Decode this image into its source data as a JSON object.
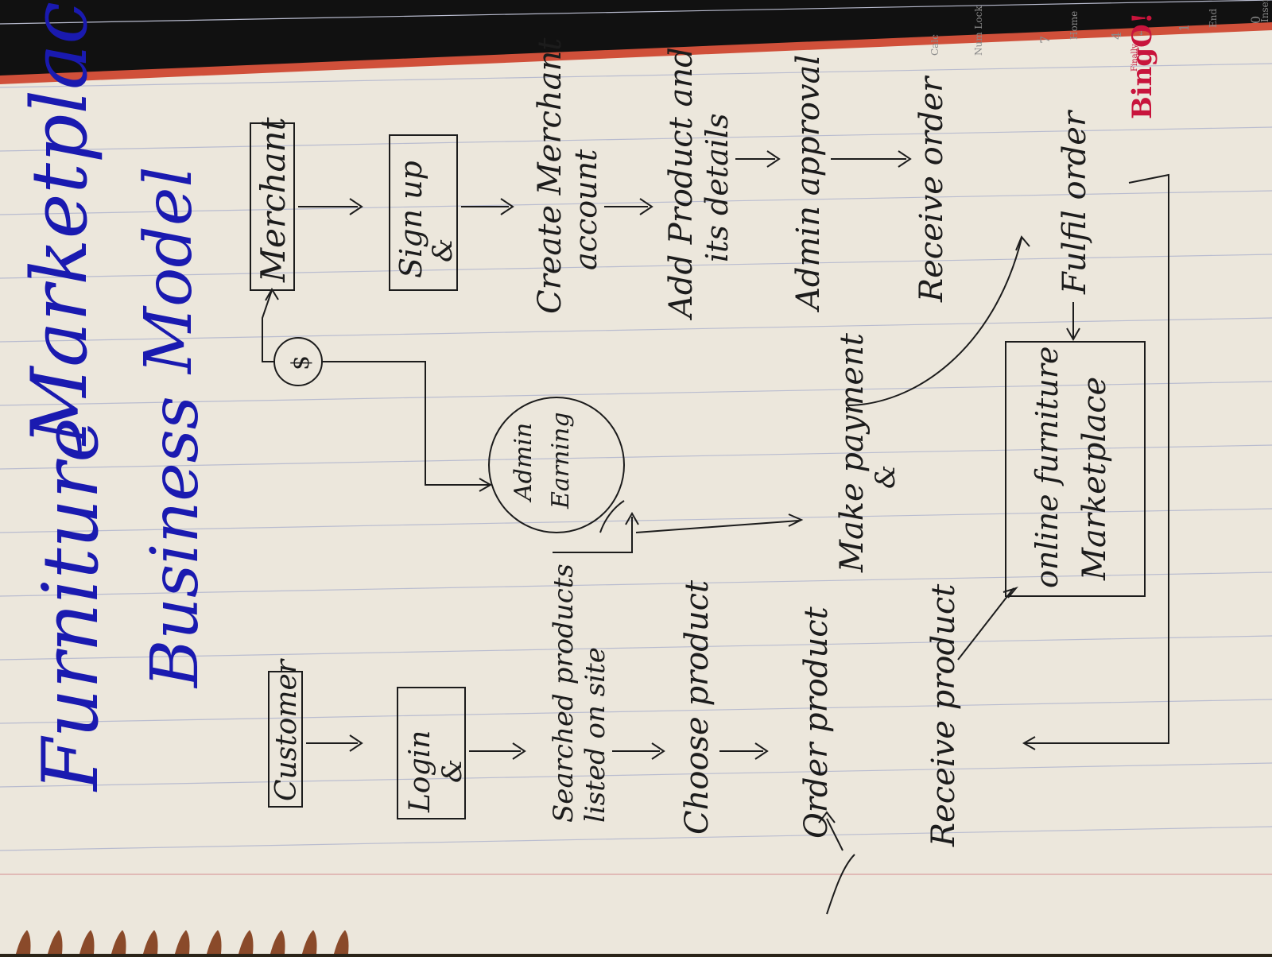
{
  "title": {
    "line1_words": [
      "Furniture",
      "Marketplace"
    ],
    "line2_words": [
      "Business",
      "Model"
    ],
    "ink_color": "#1a1ab0"
  },
  "customer_flow": {
    "start": "Customer",
    "login": [
      "Login",
      "&"
    ],
    "steps": [
      [
        "Searched products",
        "listed on site"
      ],
      [
        "Choose product"
      ],
      [
        "Order product"
      ],
      [
        "Receive product"
      ]
    ]
  },
  "merchant_flow": {
    "start": "Merchant",
    "signup": [
      "Sign up",
      "&"
    ],
    "steps": [
      [
        "Create Merchant",
        "account"
      ],
      [
        "Add Product and",
        "its details"
      ],
      [
        "Admin approval"
      ],
      [
        "Receive order"
      ],
      [
        "Fulfil order"
      ]
    ]
  },
  "center": {
    "dollar": "$",
    "admin_earning": [
      "Admin",
      "Earning"
    ],
    "make_payment": [
      "Make payment",
      "&"
    ],
    "marketplace": [
      "online furniture",
      "Marketplace"
    ]
  },
  "keyboard_keys": [
    "Calc",
    "Num Lock",
    "7",
    "Home",
    "4",
    "←",
    "1",
    "End",
    "0",
    "Inser"
  ],
  "sticker": {
    "small": "Finally",
    "big": "BingO!",
    "color": "#c8143c"
  },
  "colors": {
    "paper": "#ece7dc",
    "ink": "#1c1c1c",
    "rule_line": "#b9bccf",
    "margin_line": "#d8a0a0",
    "edge_red": "#d0503a"
  }
}
